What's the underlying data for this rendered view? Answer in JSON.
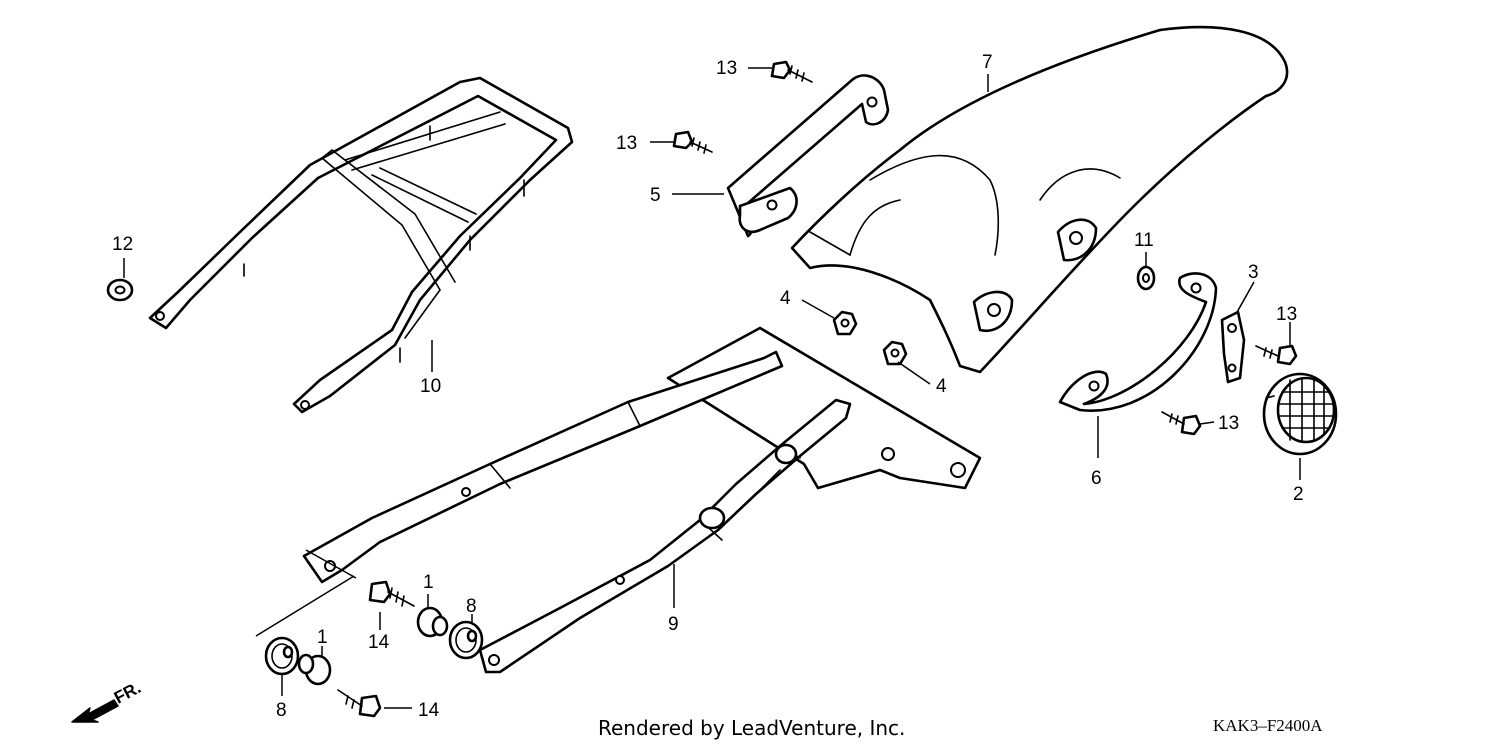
{
  "callouts": {
    "c1a": "1",
    "c1b": "1",
    "c2": "2",
    "c3": "3",
    "c4a": "4",
    "c4b": "4",
    "c5": "5",
    "c6": "6",
    "c7": "7",
    "c8a": "8",
    "c8b": "8",
    "c9": "9",
    "c10": "10",
    "c11": "11",
    "c12": "12",
    "c13a": "13",
    "c13b": "13",
    "c13c": "13",
    "c13d": "13",
    "c14a": "14",
    "c14b": "14"
  },
  "front_arrow_label": "FR.",
  "credit": "Rendered by LeadVenture, Inc.",
  "diagram_code": "KAK3–F2400A",
  "icons": [
    "front-direction-arrow-icon"
  ]
}
